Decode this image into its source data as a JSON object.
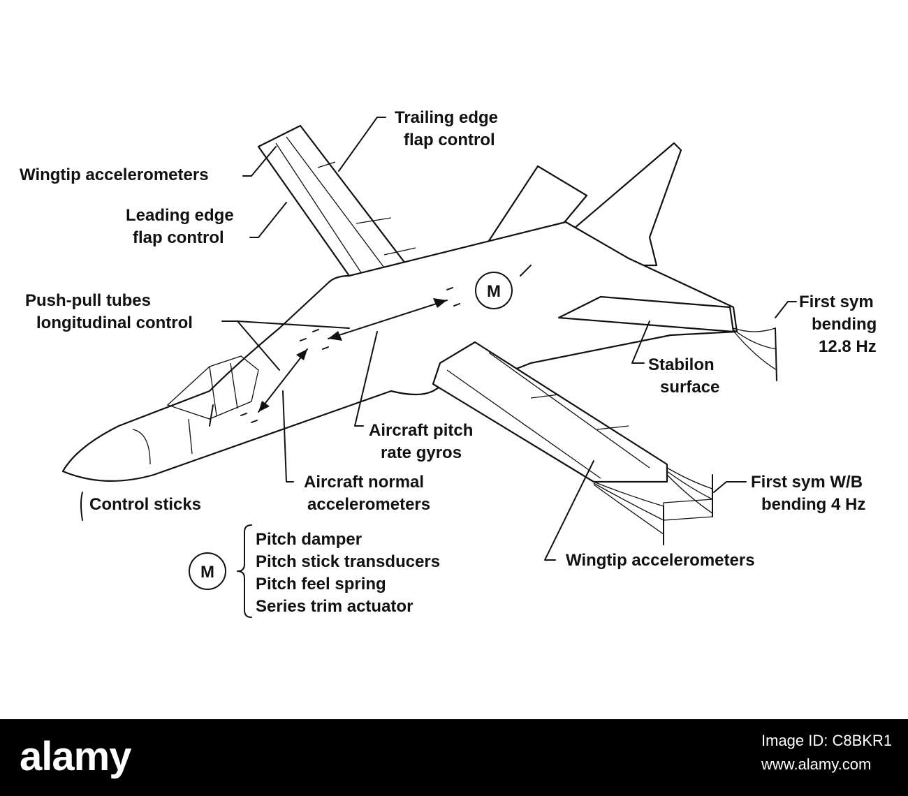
{
  "labels": {
    "trailing_edge_1": "Trailing edge",
    "trailing_edge_2": "flap control",
    "wingtip_acc_top": "Wingtip accelerometers",
    "leading_edge_1": "Leading edge",
    "leading_edge_2": "flap control",
    "push_pull_1": "Push-pull tubes",
    "push_pull_2": "longitudinal control",
    "first_sym_1": "First sym",
    "first_sym_2": "bending",
    "first_sym_3": "12.8 Hz",
    "stabilon_1": "Stabilon",
    "stabilon_2": "surface",
    "pitch_gyro_1": "Aircraft pitch",
    "pitch_gyro_2": "rate gyros",
    "normal_acc_1": "Aircraft normal",
    "normal_acc_2": "accelerometers",
    "control_sticks": "Control sticks",
    "wb_1": "First sym W/B",
    "wb_2": "bending 4 Hz",
    "wingtip_acc_bottom": "Wingtip accelerometers",
    "m_symbol": "M"
  },
  "legend": {
    "symbol": "M",
    "items": [
      "Pitch damper",
      "Pitch stick transducers",
      "Pitch feel spring",
      "Series trim actuator"
    ]
  },
  "footer": {
    "logo": "alamy",
    "image_id": "Image ID: C8BKR1",
    "url": "www.alamy.com"
  },
  "colors": {
    "ink": "#111111",
    "footer_bg": "#000000",
    "footer_text": "#ffffff"
  }
}
